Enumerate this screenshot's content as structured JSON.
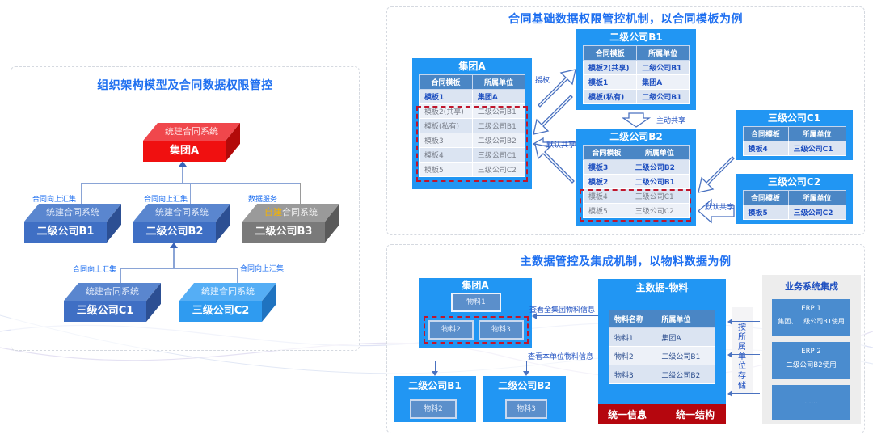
{
  "left_panel": {
    "title": "组织架构模型及合同数据权限管控",
    "group": {
      "system": "统建合同系统",
      "name": "集团A",
      "color": "#f01818"
    },
    "level2": [
      {
        "system": "统建合同系统",
        "name": "二级公司B1",
        "relation": "合同向上汇集",
        "color": "#4472c4"
      },
      {
        "system": "统建合同系统",
        "name": "二级公司B2",
        "relation": "合同向上汇集",
        "color": "#4472c4"
      },
      {
        "system_prefix": "自建",
        "system": "合同系统",
        "name": "二级公司B3",
        "relation": "数据服务",
        "color": "#7f7f7f",
        "prefix_color": "#f5b400"
      }
    ],
    "level3": [
      {
        "system": "统建合同系统",
        "name": "三级公司C1",
        "relation": "合同向上汇集",
        "color": "#4472c4"
      },
      {
        "system": "统建合同系统",
        "name": "三级公司C2",
        "relation": "合同向上汇集",
        "color": "#2f9bf0"
      }
    ]
  },
  "top_right": {
    "title": "合同基础数据权限管控机制，以合同模板为例",
    "col_template": "合同模板",
    "col_unit": "所属单位",
    "groupA": {
      "name": "集团A",
      "rows": [
        {
          "t": "模板1",
          "u": "集团A",
          "own": true
        },
        {
          "t": "模板2(共享)",
          "u": "二级公司B1",
          "own": false
        },
        {
          "t": "模板(私有)",
          "u": "二级公司B1",
          "own": false
        },
        {
          "t": "模板3",
          "u": "二级公司B2",
          "own": false
        },
        {
          "t": "模板4",
          "u": "三级公司C1",
          "own": false
        },
        {
          "t": "模板5",
          "u": "三级公司C2",
          "own": false
        }
      ]
    },
    "b1": {
      "name": "二级公司B1",
      "rows": [
        {
          "t": "模板2(共享)",
          "u": "二级公司B1",
          "own": true
        },
        {
          "t": "模板1",
          "u": "集团A",
          "own": true
        },
        {
          "t": "模板(私有)",
          "u": "二级公司B1",
          "own": true
        }
      ]
    },
    "b2": {
      "name": "二级公司B2",
      "rows": [
        {
          "t": "模板3",
          "u": "二级公司B2",
          "own": true
        },
        {
          "t": "模板2",
          "u": "二级公司B1",
          "own": true
        },
        {
          "t": "模板4",
          "u": "三级公司C1",
          "own": false
        },
        {
          "t": "模板5",
          "u": "三级公司C2",
          "own": false
        }
      ]
    },
    "c1": {
      "name": "三级公司C1",
      "rows": [
        {
          "t": "模板4",
          "u": "三级公司C1",
          "own": true
        }
      ]
    },
    "c2": {
      "name": "三级公司C2",
      "rows": [
        {
          "t": "模板5",
          "u": "三级公司C2",
          "own": true
        }
      ]
    },
    "labels": {
      "authorize": "授权",
      "default_share": "默认共享",
      "active_share": "主动共享",
      "default_share2": "默认共享"
    }
  },
  "bottom_right": {
    "title": "主数据管控及集成机制，以物料数据为例",
    "groupA": {
      "name": "集团A",
      "m1": "物料1",
      "m2": "物料2",
      "m3": "物料3"
    },
    "b1": {
      "name": "二级公司B1",
      "m": "物料2"
    },
    "b2": {
      "name": "二级公司B2",
      "m": "物料3"
    },
    "label_view_all": "查看全集团物料信息",
    "label_view_own": "查看本单位物料信息",
    "master": {
      "title": "主数据-物料",
      "col_name": "物料名称",
      "col_unit": "所属单位",
      "rows": [
        {
          "n": "物料1",
          "u": "集团A"
        },
        {
          "n": "物料2",
          "u": "二级公司B1"
        },
        {
          "n": "物料3",
          "u": "二级公司B2"
        }
      ],
      "unify_info": "统一信息",
      "unify_struct": "统一结构"
    },
    "storage_label": "按所属单位存储",
    "integration": {
      "title": "业务系统集成",
      "erps": [
        {
          "name": "ERP 1",
          "desc": "集团、二级公司B1使用"
        },
        {
          "name": "ERP 2",
          "desc": "二级公司B2使用"
        },
        {
          "name": "",
          "desc": "......"
        }
      ]
    }
  }
}
